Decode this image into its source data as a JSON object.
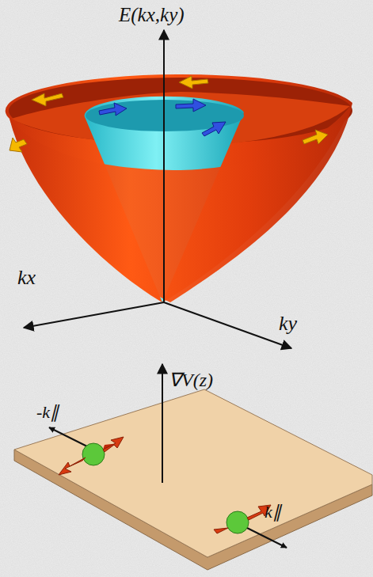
{
  "diagram": {
    "labels": [
      "E(kx,ky)",
      "kx",
      "ky",
      "∇V(z)",
      "-k∥",
      "k∥"
    ]
  }
}
